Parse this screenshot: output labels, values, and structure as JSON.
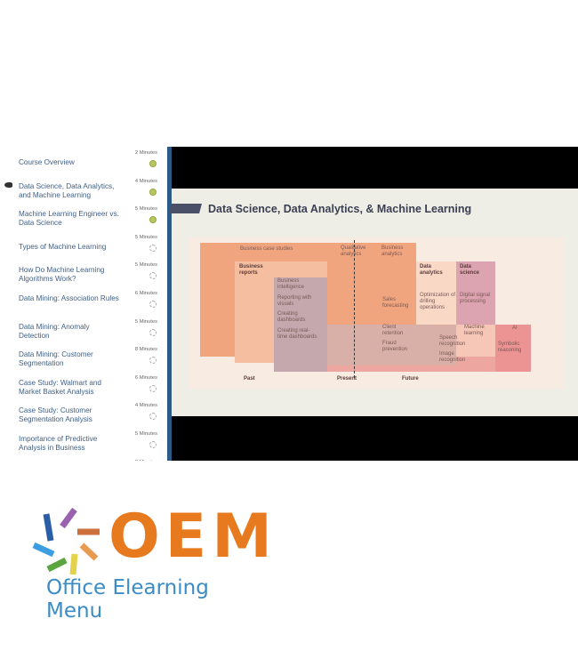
{
  "sidebar": {
    "items": [
      {
        "title": "Course Overview",
        "duration": "2 Minutes",
        "status": "complete"
      },
      {
        "title": "Data Science, Data Analytics, and Machine Learning",
        "duration": "4 Minutes",
        "status": "complete",
        "current": true
      },
      {
        "title": "Machine Learning Engineer vs. Data Science",
        "duration": "5 Minutes",
        "status": "complete"
      },
      {
        "title": "Types of Machine Learning",
        "duration": "5 Minutes",
        "status": "incomplete"
      },
      {
        "title": "How Do Machine Learning Algorithms Work?",
        "duration": "5 Minutes",
        "status": "incomplete"
      },
      {
        "title": "Data Mining: Association Rules",
        "duration": "6 Minutes",
        "status": "incomplete"
      },
      {
        "title": "Data Mining: Anomaly Detection",
        "duration": "5 Minutes",
        "status": "incomplete"
      },
      {
        "title": "Data Mining: Customer Segmentation",
        "duration": "8 Minutes",
        "status": "incomplete"
      },
      {
        "title": "Case Study: Walmart and Market Basket Analysis",
        "duration": "6 Minutes",
        "status": "incomplete"
      },
      {
        "title": "Case Study: Customer Segmentation Analysis",
        "duration": "4 Minutes",
        "status": "incomplete"
      },
      {
        "title": "Importance of Predictive Analysis in Business",
        "duration": "5 Minutes",
        "status": "incomplete"
      },
      {
        "title": "Course S",
        "duration": "2 Minutes",
        "status": "incomplete"
      }
    ]
  },
  "slide": {
    "title": "Data Science, Data Analytics, & Machine Learning",
    "diagram": {
      "labels": {
        "business_case_studies": "Business case studies",
        "qualitative_analytics": "Qualitative analytics",
        "business_analytics": "Business analytics",
        "business_reports": "Business reports",
        "business_intelligence": "Business intelligence",
        "reporting_visuals": "Reporting with visuals",
        "creating_dashboards": "Creating dashboards",
        "realtime_dashboards": "Creating real-time dashboards",
        "sales_forecasting": "Sales forecasting",
        "client_retention": "Client retention",
        "fraud_prevention": "Fraud prevention",
        "data_analytics": "Data analytics",
        "drilling": "Optimization of drilling operations",
        "data_science": "Data science",
        "digital_signal": "Digital signal processing",
        "machine_learning": "Machine learning",
        "speech": "Speech recognition",
        "image": "Image recognition",
        "ai": "AI",
        "symbolic": "Symbolic reasoning"
      },
      "axis": {
        "past": "Past",
        "present": "Present",
        "future": "Future"
      }
    }
  },
  "logo": {
    "text": "OEM",
    "subtitle": "Office Elearning Menu",
    "colors": {
      "orange": "#e77a1e",
      "blue": "#3b8cc6"
    }
  }
}
